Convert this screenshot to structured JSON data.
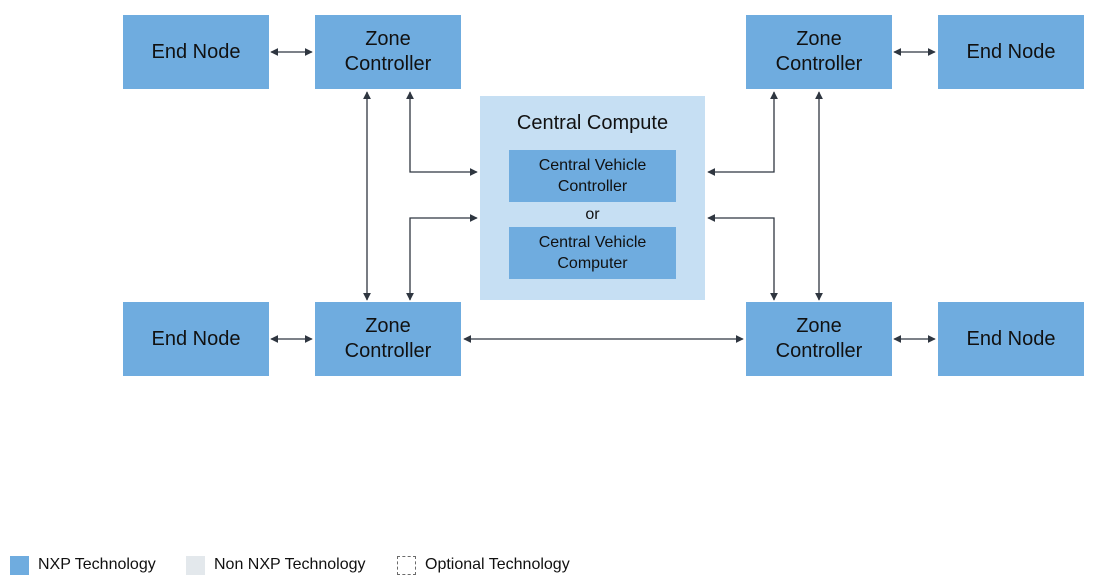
{
  "diagram": {
    "nodes": {
      "end_node_tl": "End Node",
      "zone_tl": "Zone\nController",
      "zone_tr": "Zone\nController",
      "end_node_tr": "End Node",
      "end_node_bl": "End Node",
      "zone_bl": "Zone\nController",
      "zone_br": "Zone\nController",
      "end_node_br": "End Node"
    },
    "central": {
      "title": "Central Compute",
      "option_a": "Central Vehicle\nController",
      "or": "or",
      "option_b": "Central Vehicle\nComputer"
    },
    "colors": {
      "nxp": "#6facdf",
      "central_bg": "#c6dff3",
      "non_nxp": "#e3e8ec",
      "arrow": "#2f3640"
    }
  },
  "legend": {
    "nxp": "NXP Technology",
    "non_nxp": "Non NXP Technology",
    "optional": "Optional Technology"
  }
}
